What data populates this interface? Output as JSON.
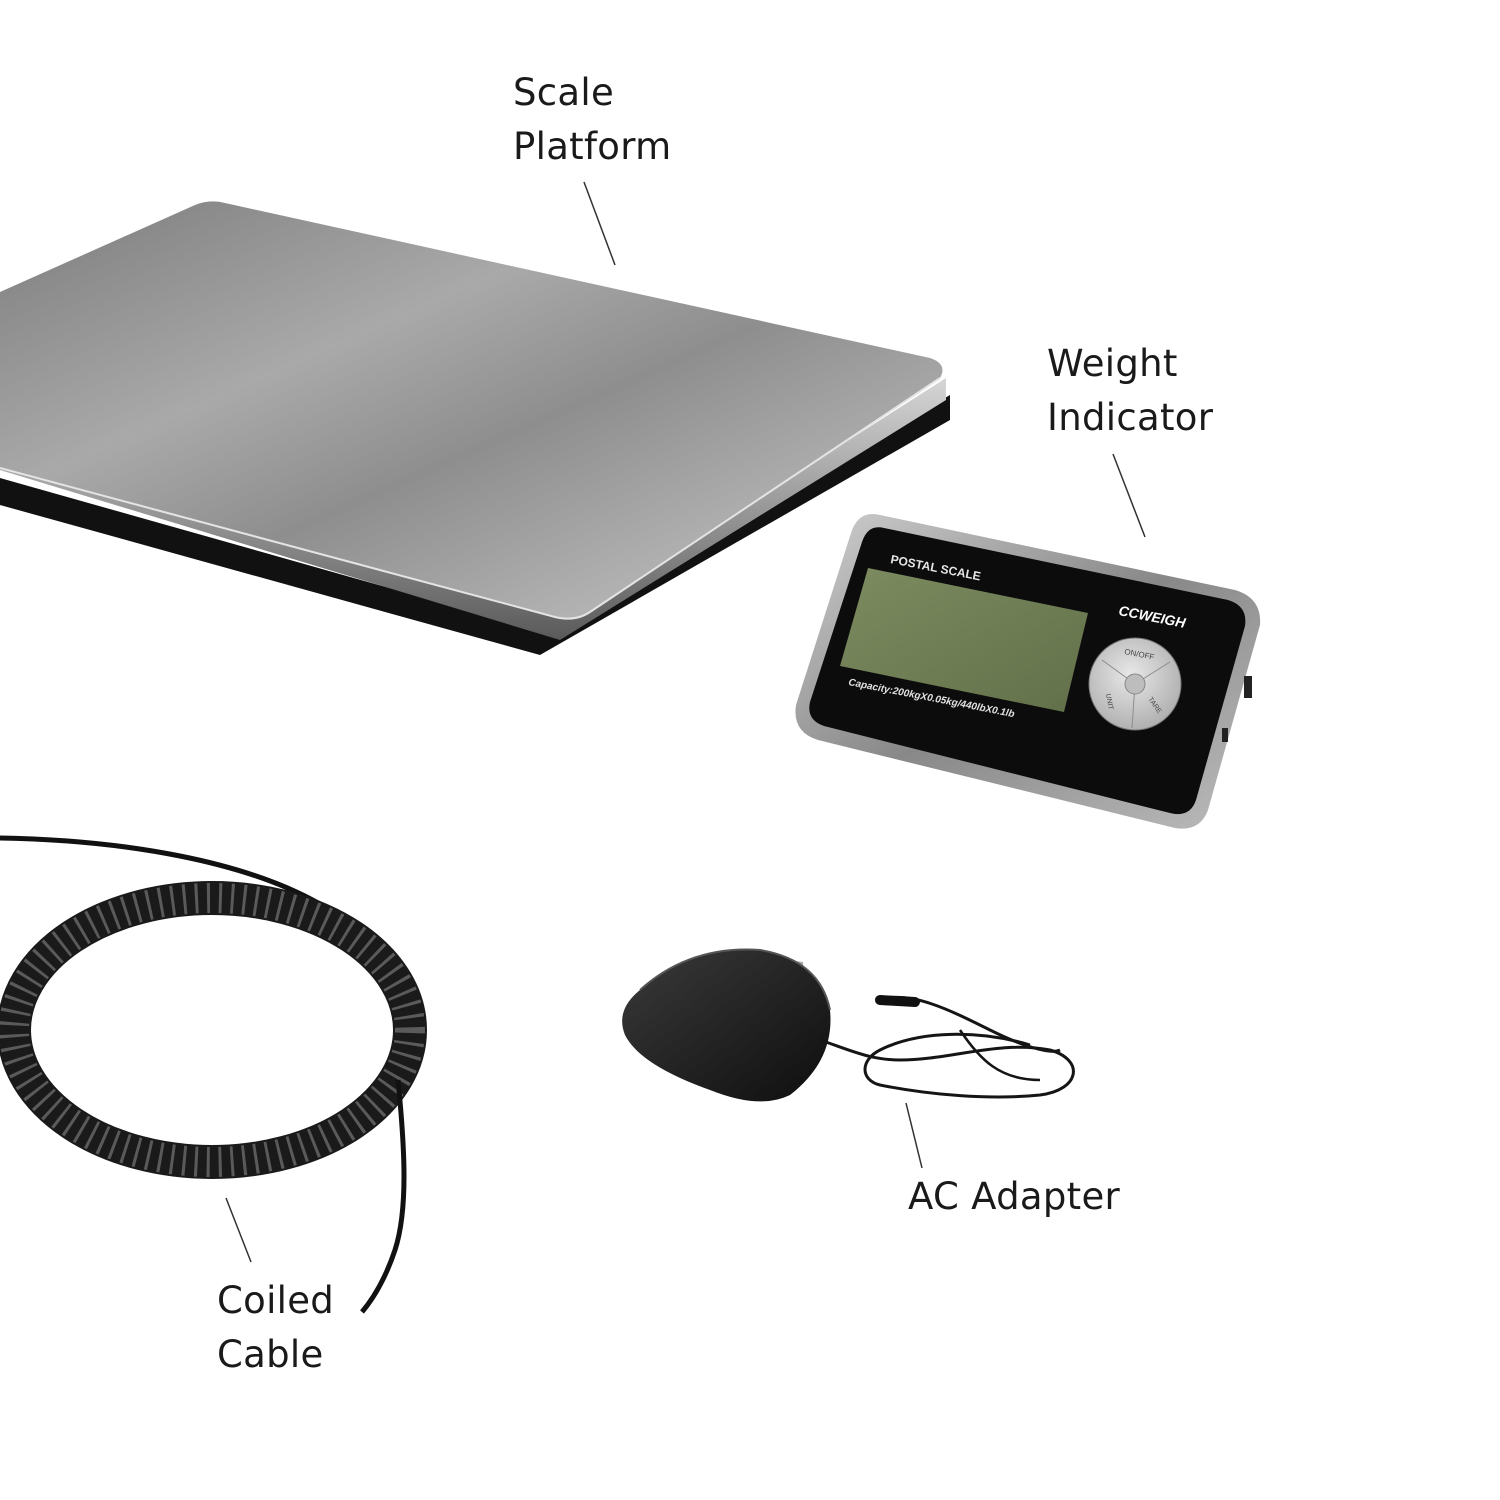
{
  "labels": {
    "scale_platform": {
      "line1": "Scale",
      "line2": "Platform"
    },
    "weight_indicator": {
      "line1": "Weight",
      "line2": "Indicator"
    },
    "coiled_cable": {
      "line1": "Coiled",
      "line2": "Cable"
    },
    "ac_adapter": {
      "text": "AC Adapter"
    }
  },
  "indicator": {
    "model_text": "POSTAL SCALE",
    "brand": "CCWEIGH",
    "capacity": "Capacity:200kgX0.05kg/440lbX0.1lb",
    "buttons": {
      "power": "ON/OFF",
      "unit": "UNIT",
      "tare": "TARE"
    }
  },
  "colors": {
    "background": "#ffffff",
    "lcd": "#6f7d52",
    "indicator_body": "#0c0c0c",
    "steel": "#9a9a9a"
  }
}
